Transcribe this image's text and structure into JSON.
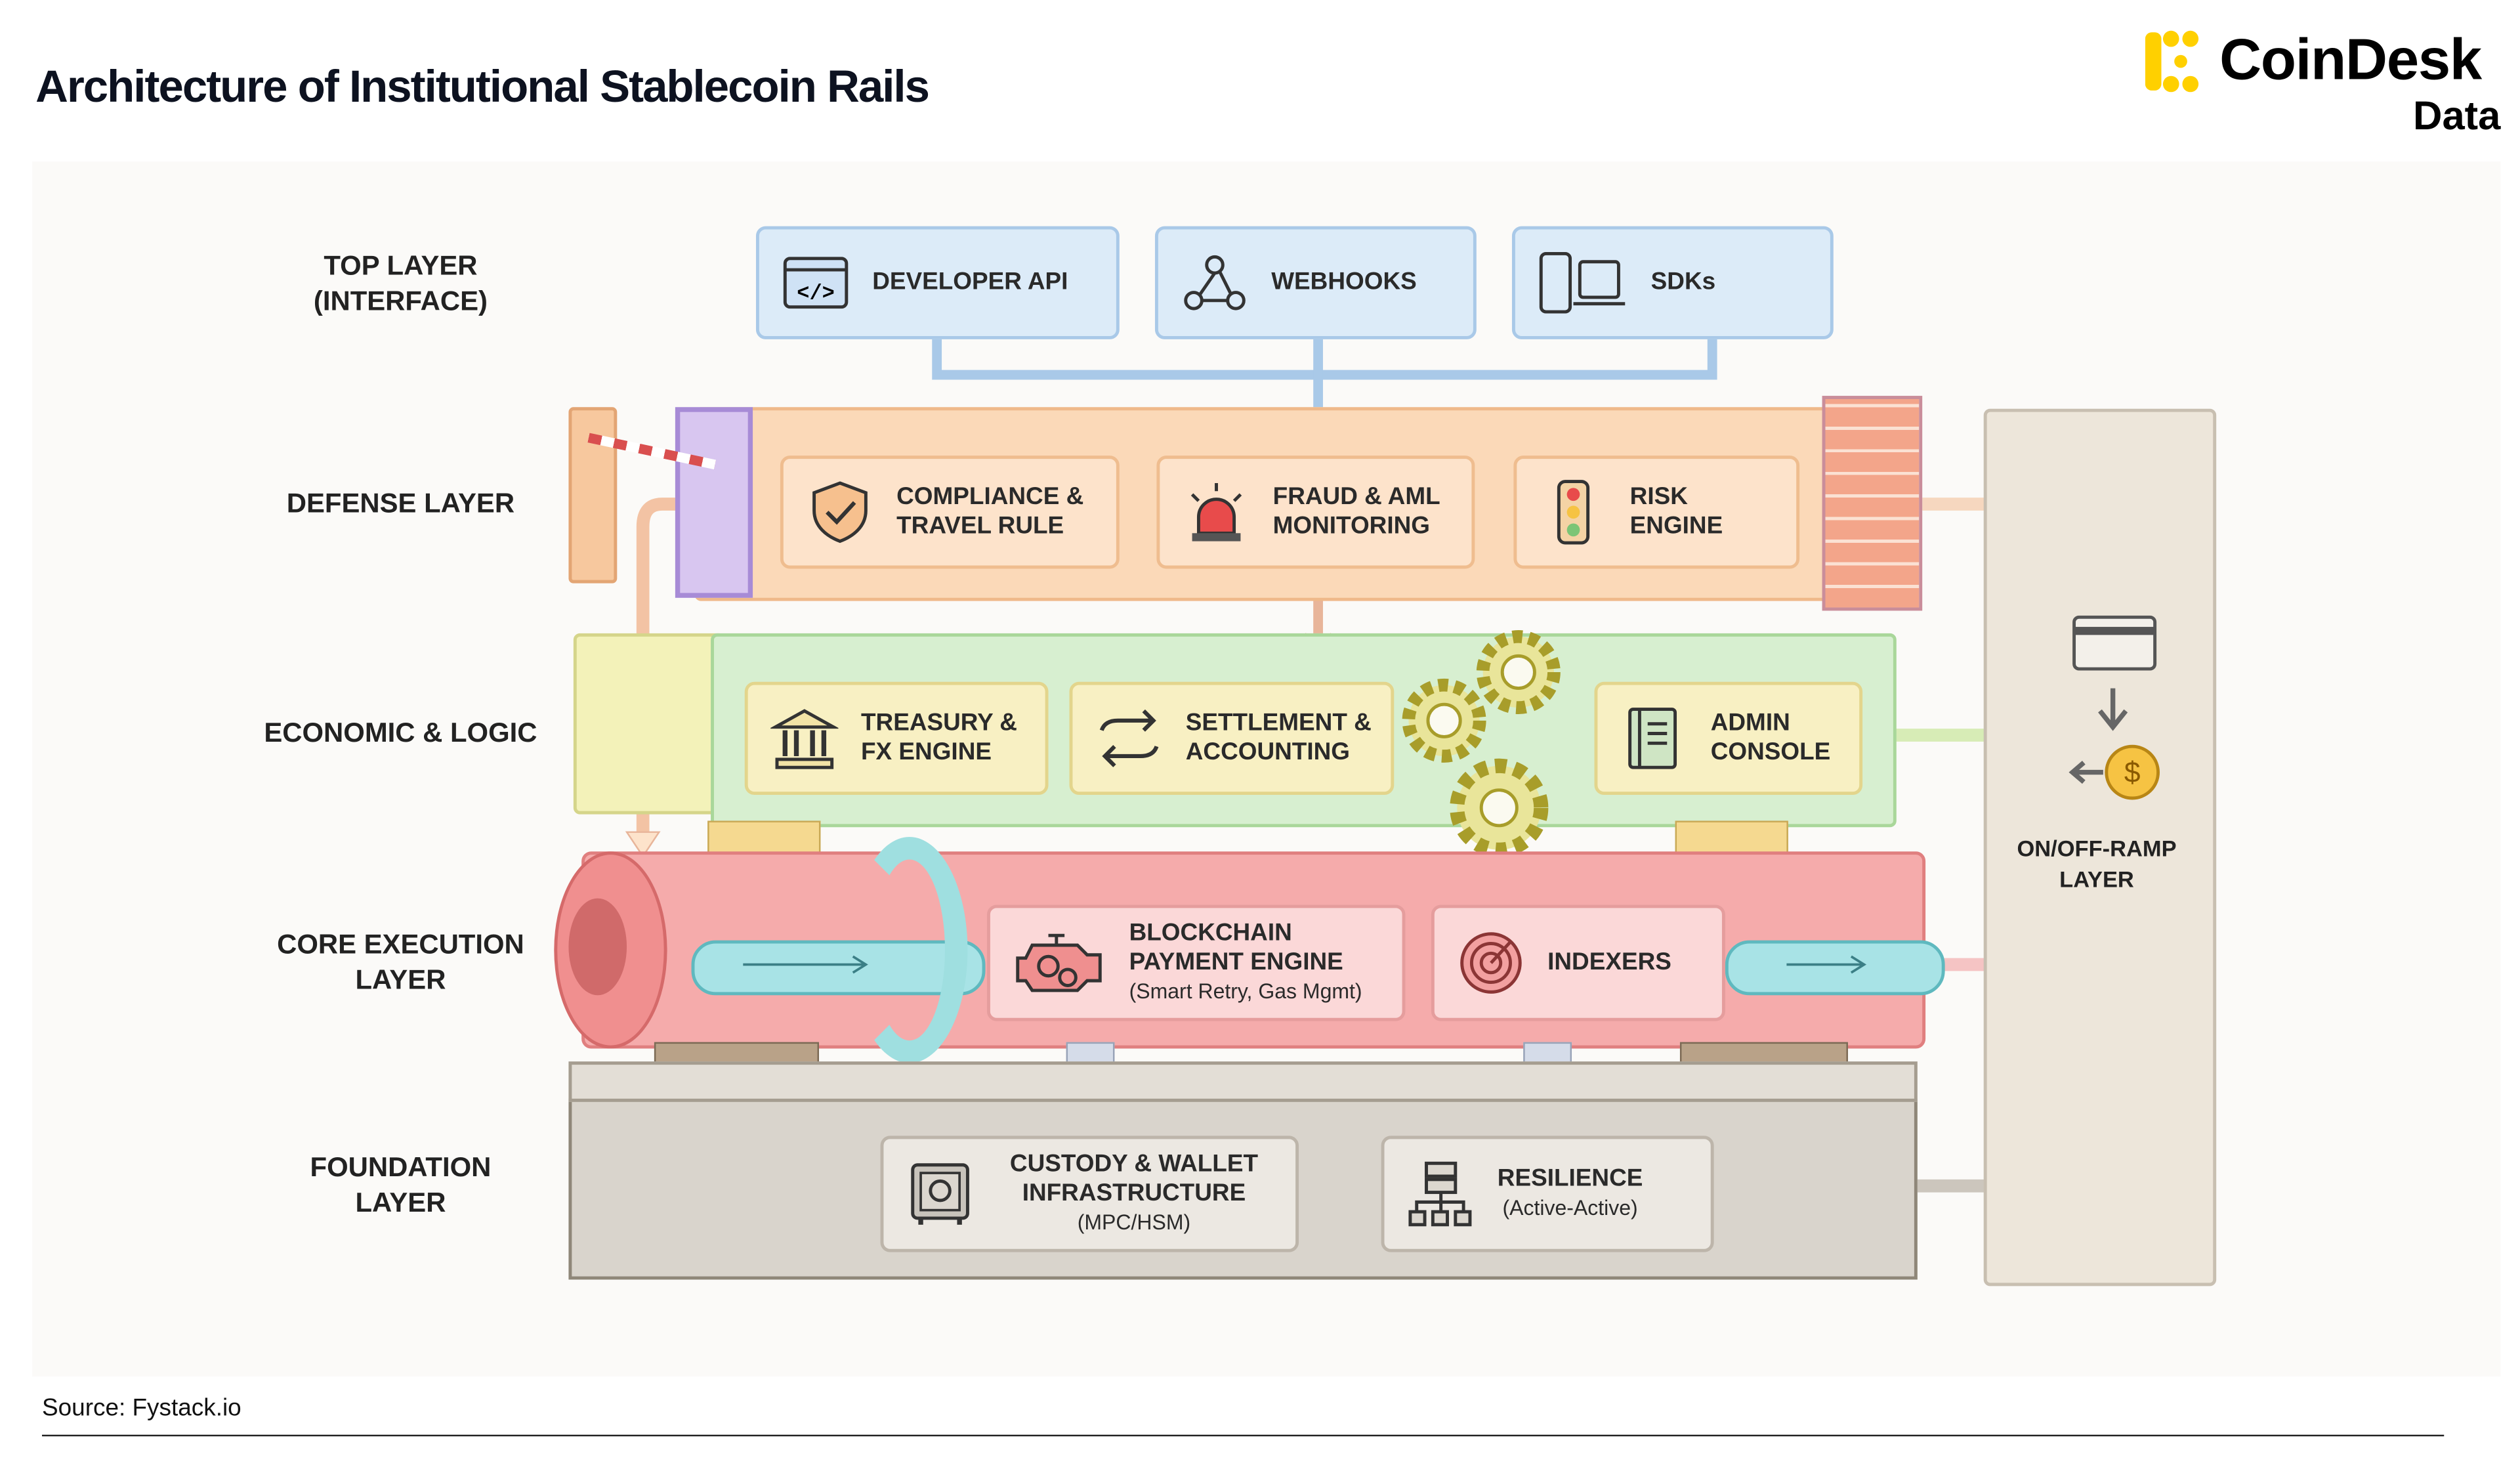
{
  "title": "Architecture of Institutional Stablecoin Rails",
  "logo": {
    "name": "CoinDesk",
    "sub": "Data"
  },
  "source": "Source: Fystack.io",
  "layers": {
    "top": "TOP LAYER (INTERFACE)",
    "defense": "DEFENSE LAYER",
    "economic": "ECONOMIC & LOGIC",
    "core": "CORE EXECUTION LAYER",
    "foundation": "FOUNDATION LAYER",
    "ramp": "ON/OFF-RAMP LAYER"
  },
  "top_boxes": [
    {
      "label": "DEVELOPER API",
      "icon": "code-window-icon"
    },
    {
      "label": "WEBHOOKS",
      "icon": "webhook-icon"
    },
    {
      "label": "SDKs",
      "icon": "devices-icon"
    }
  ],
  "defense_boxes": [
    {
      "label": "COMPLIANCE & TRAVEL RULE",
      "icon": "shield-check-icon"
    },
    {
      "label": "FRAUD & AML MONITORING",
      "icon": "alarm-light-icon"
    },
    {
      "label": "RISK ENGINE",
      "icon": "traffic-light-icon"
    }
  ],
  "economic_boxes": [
    {
      "label": "TREASURY & FX ENGINE",
      "icon": "bank-icon"
    },
    {
      "label": "SETTLEMENT & ACCOUNTING",
      "icon": "swap-arrows-icon"
    },
    {
      "label": "ADMIN CONSOLE",
      "icon": "book-icon"
    }
  ],
  "core_boxes": [
    {
      "label": "BLOCKCHAIN PAYMENT ENGINE",
      "sub": "(Smart Retry, Gas Mgmt)",
      "icon": "engine-icon"
    },
    {
      "label": "INDEXERS",
      "icon": "radar-icon"
    }
  ],
  "foundation_boxes": [
    {
      "label": "CUSTODY & WALLET INFRASTRUCTURE",
      "sub": "(MPC/HSM)",
      "icon": "safe-icon"
    },
    {
      "label": "RESILIENCE",
      "sub": "(Active-Active)",
      "icon": "server-network-icon"
    }
  ],
  "colors": {
    "brand": "#ffd000",
    "top": "#dcebf8",
    "defense": "#fde3cb",
    "economic": "#d7efd0",
    "core": "#f5abab",
    "foundation": "#d9d4cc"
  }
}
